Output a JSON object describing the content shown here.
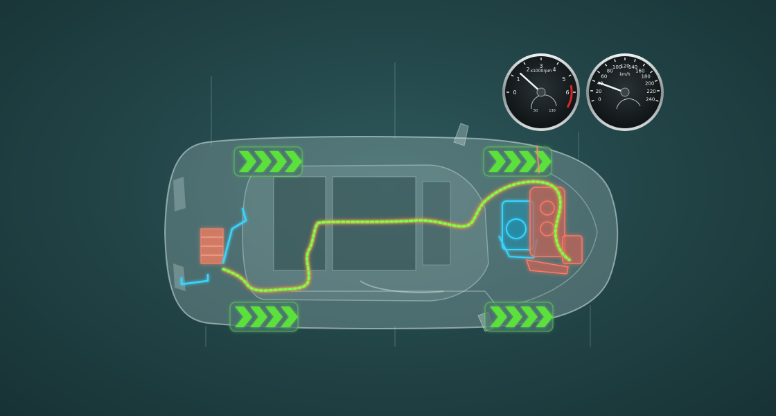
{
  "colors": {
    "background": "#24484b",
    "car_body": "#b8d2d2",
    "energy_flow": "#7cff4a",
    "glow": "#ff6a5a",
    "cooling": "#38d6ff",
    "wheel_chevron": "#5ce03a"
  },
  "tachometer": {
    "ticks": [
      "0",
      "1",
      "2",
      "3",
      "4",
      "5",
      "6"
    ],
    "unit": "x1000rpm",
    "sub_gauge_ticks": [
      "50",
      "130"
    ],
    "value": 1.4
  },
  "speedometer": {
    "ticks": [
      "0",
      "20",
      "40",
      "60",
      "80",
      "100",
      "120",
      "140",
      "160",
      "180",
      "200",
      "220",
      "240"
    ],
    "unit": "km/h",
    "value": 40
  },
  "icons": [
    "car-body-icon",
    "wheel-chevron-icon",
    "energy-flow-path",
    "engine-icon",
    "battery-icon"
  ]
}
